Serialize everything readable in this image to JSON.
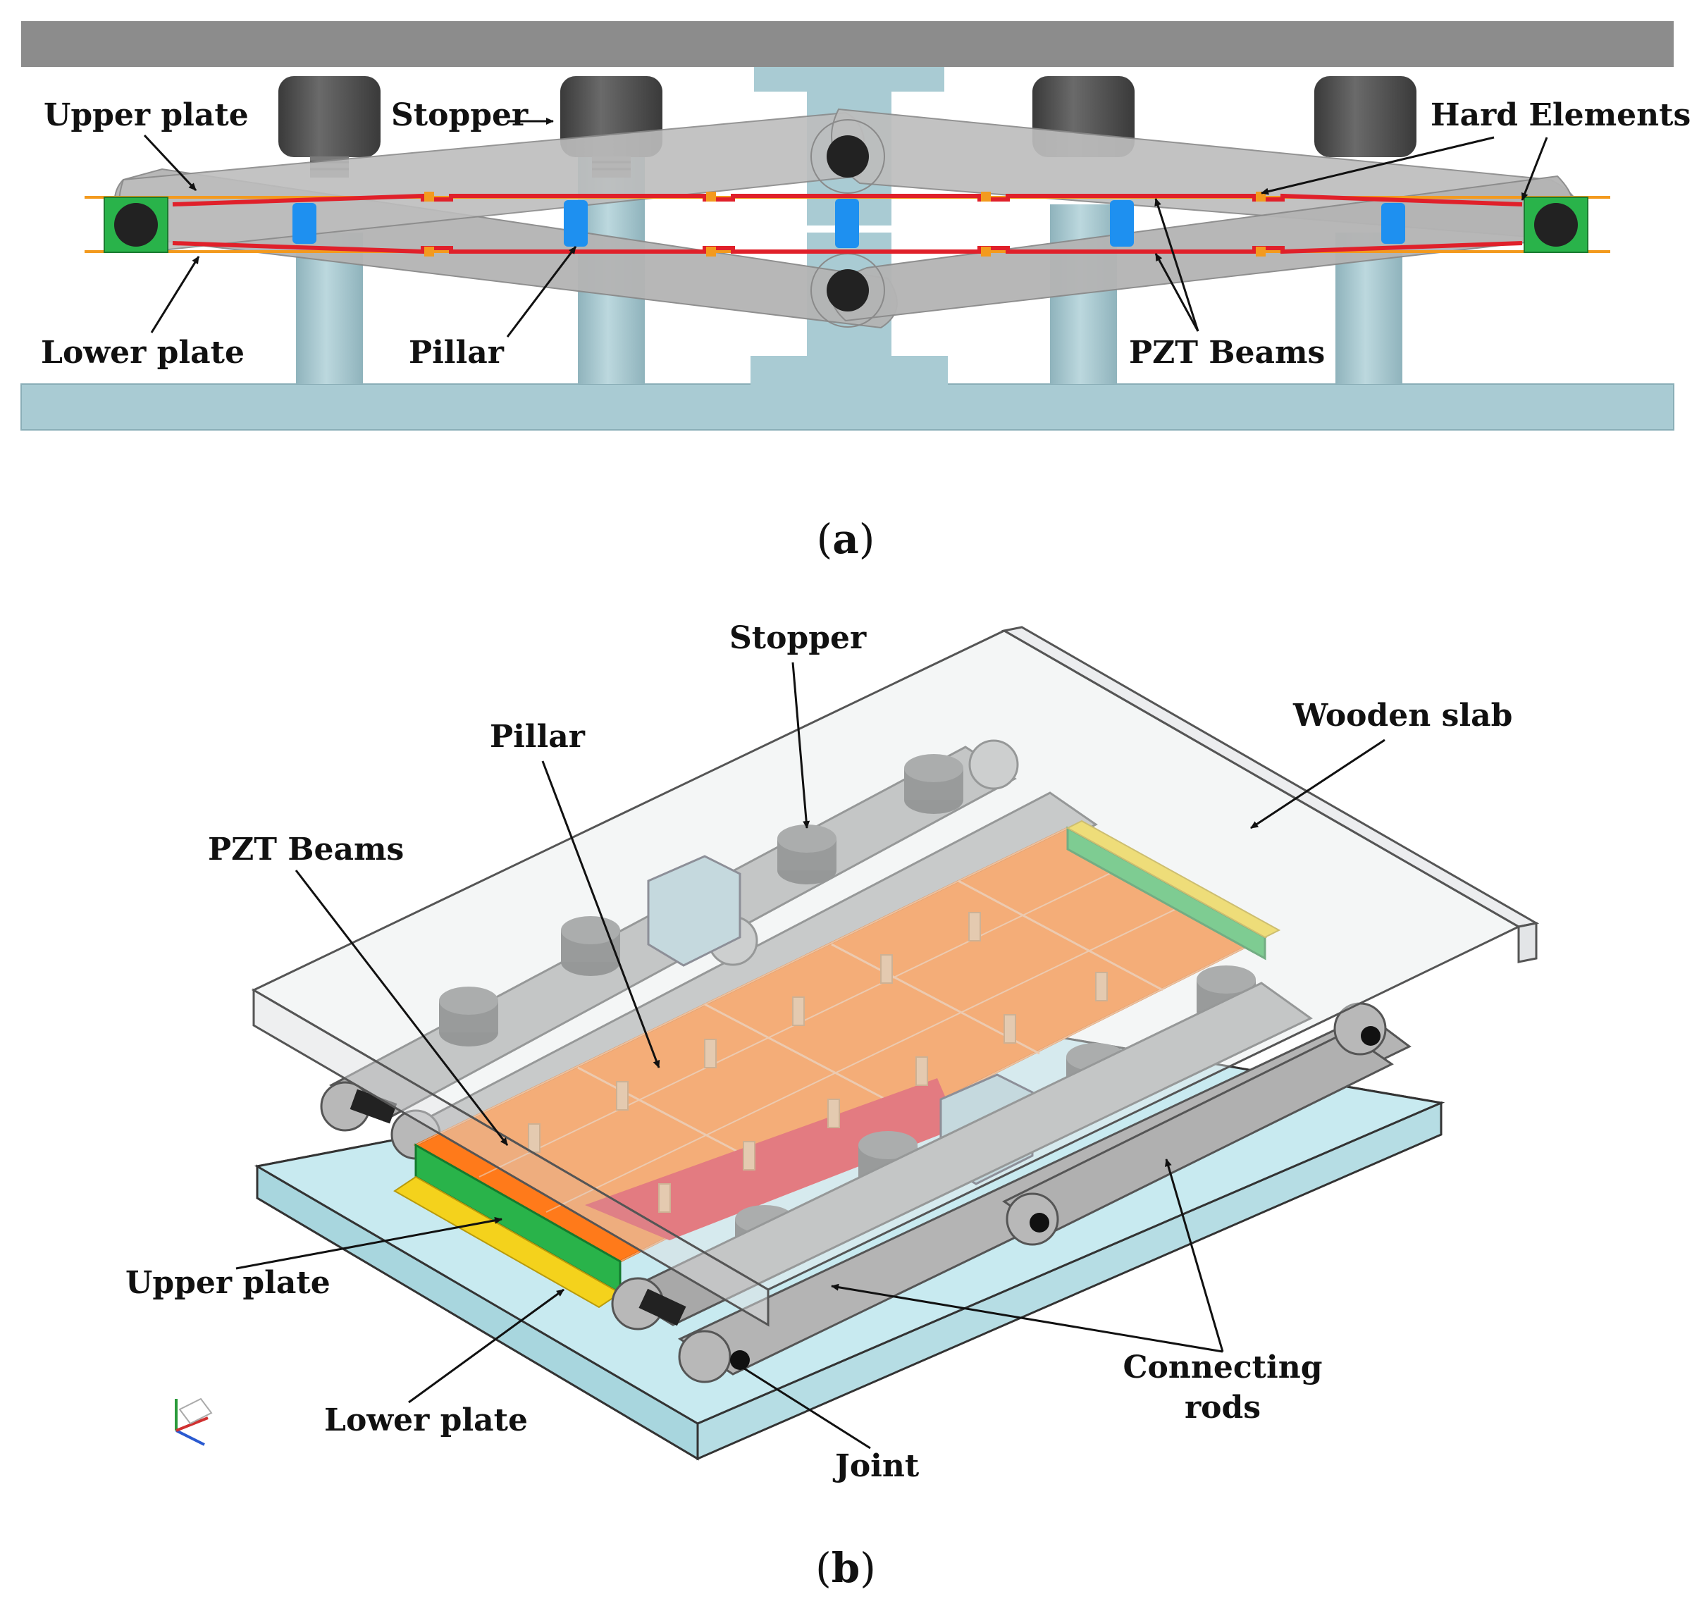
{
  "panel_a": {
    "caption_open": "(",
    "caption_letter": "a",
    "caption_close": ")",
    "labels": {
      "upper_plate": "Upper plate",
      "stopper": "Stopper",
      "hard_elements": "Hard Elements",
      "lower_plate": "Lower plate",
      "pillar": "Pillar",
      "pzt_beams": "PZT Beams"
    }
  },
  "panel_b": {
    "caption_open": "(",
    "caption_letter": "b",
    "caption_close": ")",
    "labels": {
      "stopper": "Stopper",
      "pillar": "Pillar",
      "wooden_slab": "Wooden slab",
      "pzt_beams": "PZT Beams",
      "upper_plate": "Upper plate",
      "lower_plate": "Lower plate",
      "joint": "Joint",
      "connecting_rods_line1": "Connecting",
      "connecting_rods_line2": "rods"
    }
  },
  "colors": {
    "frame_gray": "#8c8c8c",
    "base_teal": "#a9cbd3",
    "pillar_teal": "#a3c6cf",
    "link_gray": "#b4b4b4",
    "stopper_gray": "#4a4a4a",
    "pzt_red": "#e0202a",
    "plate_orange": "#f39a1e",
    "hard_green": "#29b34a",
    "pillar_blue": "#1e90f0",
    "pzt_orange": "#ff7a1a",
    "slab_glass": "#e7eaec",
    "base_glass": "#c8eaf0",
    "yellow_plate": "#f4d21c"
  }
}
